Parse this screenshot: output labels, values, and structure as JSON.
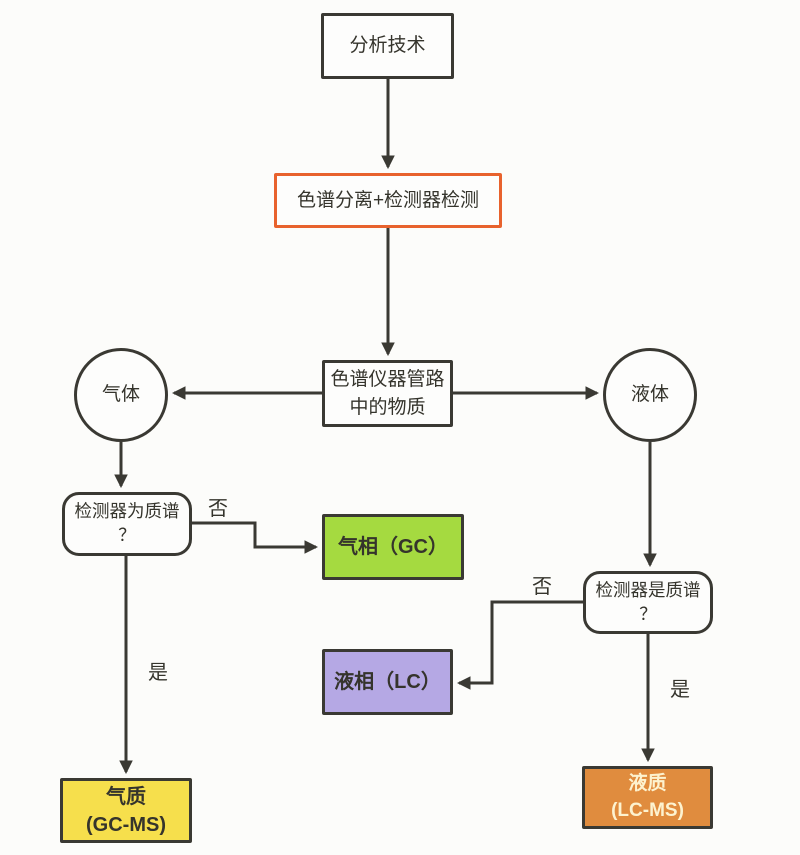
{
  "palette": {
    "line_color": "#3a3933",
    "node_border": "#3a3933",
    "separation_border": "#e8622d",
    "gc_fill": "#a5da40",
    "lc_fill": "#b5a8e4",
    "gcms_fill": "#f6df4c",
    "lcms_fill": "#e08c3e",
    "lcms_text": "#fdf3d0",
    "text_color": "#35342c"
  },
  "nodes": {
    "root": {
      "label": "分析技术"
    },
    "separation": {
      "label": "色谱分离+检测器检测"
    },
    "substance": {
      "line1": "色谱仪器管路",
      "line2": "中的物质"
    },
    "gas": {
      "label": "气体"
    },
    "liquid": {
      "label": "液体"
    },
    "gas_question": {
      "line1": "检测器为质谱",
      "line2": "？"
    },
    "liquid_question": {
      "line1": "检测器是质谱",
      "line2": "？"
    },
    "gc": {
      "label": "气相（GC）"
    },
    "lc": {
      "label": "液相（LC）"
    },
    "gcms": {
      "line1": "气质",
      "line2": "(GC-MS)"
    },
    "lcms": {
      "line1": "液质",
      "line2": "(LC-MS)"
    }
  },
  "edge_labels": {
    "gas_no": "否",
    "gas_yes": "是",
    "liquid_no": "否",
    "liquid_yes": "是"
  }
}
